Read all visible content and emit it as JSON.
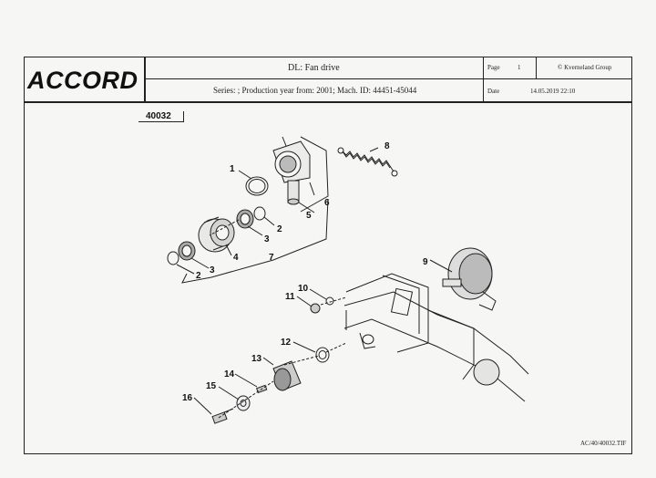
{
  "header": {
    "logo": "ACCORD",
    "title": "DL: Fan drive",
    "subtitle": "Series: ; Production year from: 2001; Mach. ID: 44451-45044",
    "page_label": "Page",
    "page_number": "1",
    "copyright": "© Kverneland Group",
    "date_label": "Date",
    "date_value": "14.05.2019  22:10"
  },
  "drawing": {
    "group_ref": "40032",
    "file_ref": "AC/40/40032.TIF",
    "callouts": [
      "1",
      "2",
      "2",
      "3",
      "3",
      "4",
      "5",
      "6",
      "7",
      "8",
      "9",
      "10",
      "11",
      "12",
      "13",
      "14",
      "15",
      "16"
    ]
  }
}
